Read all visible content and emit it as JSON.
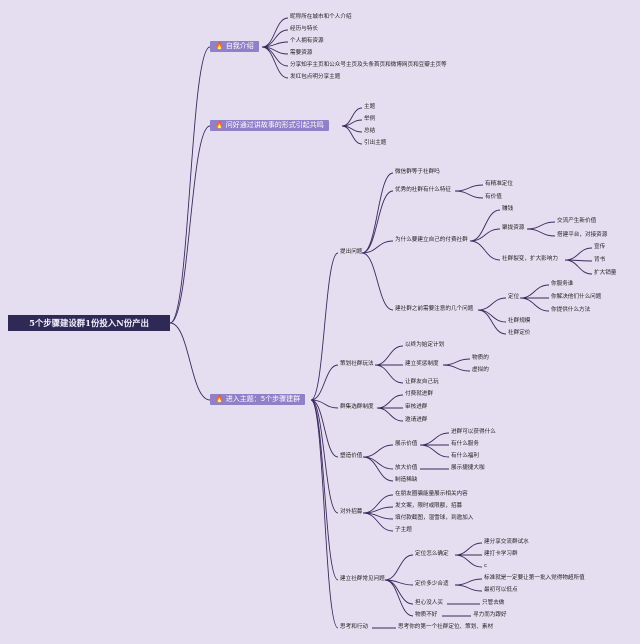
{
  "root": "5个步骤建设群1份投入N份产出",
  "branch1": {
    "icon": "fire-icon",
    "label": "自我介绍",
    "items": [
      "昵称所在城市和个人介绍",
      "经历与特长",
      "个人拥有资源",
      "需要资源",
      "分享知乎主页和公众号主页及头条首页和微博网页和豆瓣主页等",
      "发红包点明分享主题"
    ]
  },
  "branch2": {
    "icon": "fire-icon",
    "label": "问好通过讲故事的形式引起共鸣",
    "items": [
      "主题",
      "举例",
      "总结",
      "引出主题"
    ]
  },
  "branch3": {
    "icon": "fire-icon",
    "label": "进入主题：5个步骤建群",
    "s1": {
      "label": "提出问题",
      "n1": "微信群等于社群吗",
      "n2": {
        "label": "优秀的社群有什么特征",
        "a": "有精准定位",
        "b": "有价值"
      },
      "n3": {
        "label": "为什么要建立自己的付费社群",
        "a": "赚钱",
        "b": {
          "label": "聚拢资源",
          "a": "交流产生新价值",
          "b": "搭建平台，对接资源"
        },
        "c": {
          "label": "社群裂变，扩大影响力",
          "a": "宣传",
          "b": "背书",
          "c": "扩大销量"
        }
      },
      "n4": {
        "label": "建社群之前需要注意的几个问题",
        "a": {
          "label": "定位",
          "a": "你服务谁",
          "b": "你解决他们什么问题",
          "c": "你提供什么方法"
        },
        "b": "社群规模",
        "c": "社群定价"
      }
    },
    "s2": {
      "label": "策划社群玩法",
      "a": "以终为始定计划",
      "b": {
        "label": "建立奖惩制度",
        "a": "物质的",
        "b": "虚拟的"
      },
      "c": "让群友自己玩"
    },
    "s3": {
      "label": "群集选群制度",
      "a": "付费就进群",
      "b": "审核进群",
      "c": "邀请进群"
    },
    "s4": {
      "label": "塑造价值",
      "a": {
        "label": "展示价值",
        "a": "进群可以获得什么",
        "b": "有什么服务",
        "c": "有什么福利"
      },
      "b": {
        "label": "放大价值",
        "a": "展示捷捷大咖"
      },
      "c": "制造稀缺"
    },
    "s5": {
      "label": "对外招募",
      "a": "在朋友圈骗能量展示相关内容",
      "b": "发文案，限时或限额，招募",
      "c": "填付款截图，湿雪球，到邀加入",
      "d": "子主题"
    },
    "s6": {
      "label": "建立社群常见问题",
      "a": {
        "label": "定位怎么确定",
        "a": "建分享交流群试水",
        "b": "建打卡学习群",
        "c": "c"
      },
      "b": {
        "label": "定价多少合适",
        "a": "标准就是一定要让第一批入党得物超所值",
        "b": "最初可以低点"
      },
      "c": {
        "label": "担心没人买",
        "a": "只管去做"
      },
      "d": {
        "label": "物质不好",
        "a": "寻力而为跟好"
      }
    },
    "s7": {
      "label": "思考和行动",
      "a": "思考你的第一个社群定位、策划、素材"
    }
  }
}
